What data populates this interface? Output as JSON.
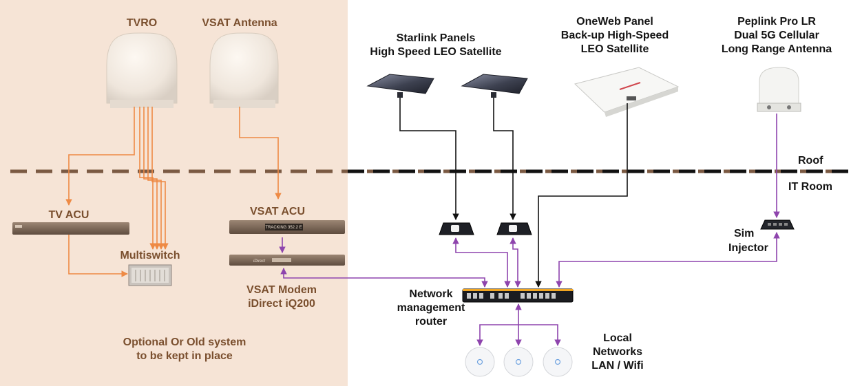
{
  "labels": {
    "tvro": "TVRO",
    "vsat_antenna": "VSAT Antenna",
    "starlink_l1": "Starlink Panels",
    "starlink_l2": "High Speed LEO Satellite",
    "oneweb_l1": "OneWeb Panel",
    "oneweb_l2": "Back-up High-Speed",
    "oneweb_l3": "LEO Satellite",
    "peplink_l1": "Peplink Pro LR",
    "peplink_l2": "Dual 5G Cellular",
    "peplink_l3": "Long Range Antenna",
    "roof": "Roof",
    "it_room": "IT Room",
    "tv_acu": "TV ACU",
    "multiswitch": "Multiswitch",
    "vsat_acu": "VSAT ACU",
    "vsat_modem_l1": "VSAT Modem",
    "vsat_modem_l2": "iDirect  iQ200",
    "router_l1": "Network",
    "router_l2": "management",
    "router_l3": "router",
    "sim_l1": "Sim",
    "sim_l2": "Injector",
    "local_l1": "Local",
    "local_l2": "Networks",
    "local_l3": "LAN / Wifi",
    "optional_l1": "Optional Or Old system",
    "optional_l2": "to be kept in place"
  },
  "device_text": {
    "vsat_acu_display": "TRACKING  352.2 E",
    "modem_brand": "iDirect"
  },
  "colors": {
    "legacy_panel_bg": "#f6e4d6",
    "legacy_text": "#7a4f2e",
    "coax_orange": "#ee8a45",
    "ethernet_purple": "#8e44ad",
    "starlink_cable": "#111111",
    "boundary_line": "#111111"
  }
}
